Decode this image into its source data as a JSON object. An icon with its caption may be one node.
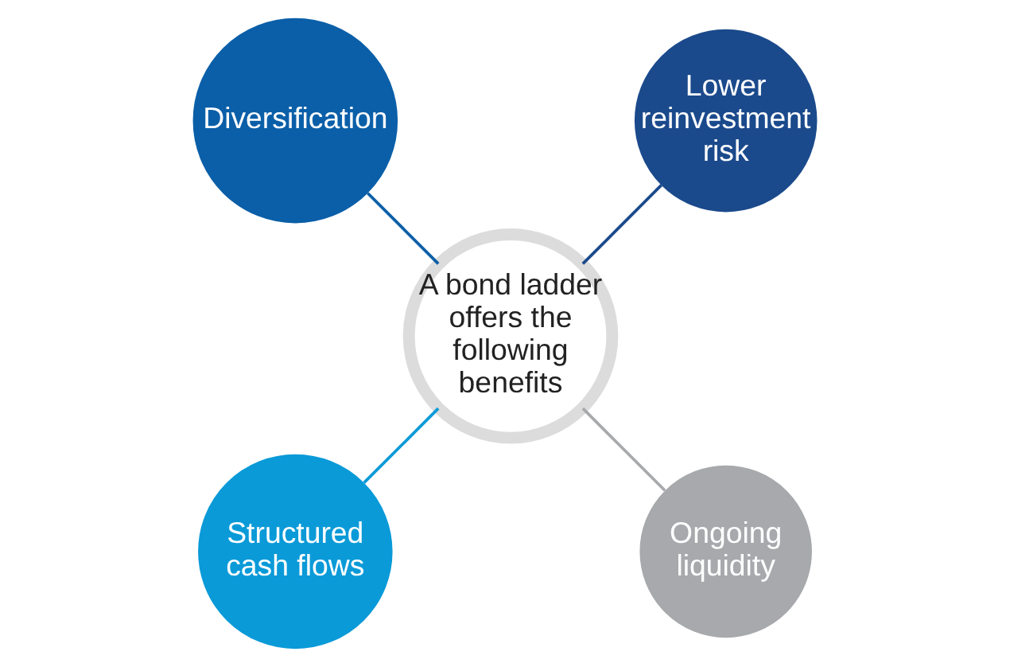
{
  "diagram": {
    "nodes": [
      {
        "text": [
          "A bond ladder offers the following benefits"
        ]
      },
      {
        "text": [
          "Lower reinvestment risk"
        ]
      },
      {
        "text": [
          "Diversification"
        ]
      },
      {
        "text": [
          "Structured cash flows"
        ]
      },
      {
        "text": [
          "Ongoing liquidity"
        ]
      }
    ],
    "edges": [
      {
        "from": 0,
        "to": 1,
        "arrow": "none",
        "color": "#1b4a8c"
      },
      {
        "from": 0,
        "to": 2,
        "arrow": "none",
        "color": "#0b5fa8"
      },
      {
        "from": 0,
        "to": 3,
        "arrow": "none",
        "color": "#0a9ad8"
      },
      {
        "from": 0,
        "to": 4,
        "arrow": "none",
        "color": "#a7a9ac"
      }
    ]
  }
}
